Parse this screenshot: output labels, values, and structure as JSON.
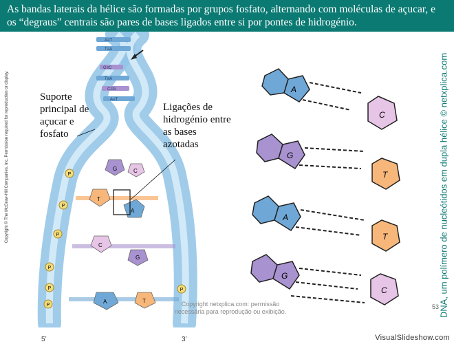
{
  "header": {
    "text": "As bandas laterais da hélice são formadas por grupos fosfato, alternando com moléculas de açucar, e os “degraus” centrais são pares de bases ligados entre si por pontes de hidrogénio."
  },
  "left_figure": {
    "label_support": "Suporte principal de açucar e fosfato",
    "label_hbonds": "Ligações de hidrogénio entre as bases azotadas",
    "copyright": "Copyright © The McGraw-Hill Companies, Inc. Permission required for reproduction or display.",
    "end_left": "5’",
    "end_right": "3’",
    "phosphate": "P",
    "rungs": [
      {
        "left": "T",
        "right": "A"
      },
      {
        "left": "C",
        "right": "G"
      },
      {
        "left": "A",
        "right": "T"
      },
      {
        "left": "G",
        "right": "C"
      }
    ],
    "top_pairs": [
      "A≡T",
      "T≡A",
      "G≡C",
      "T≡A",
      "C≡G",
      "A≡T"
    ]
  },
  "right_figure": {
    "pairs": [
      {
        "purine": "A",
        "pyrimidine": "C"
      },
      {
        "purine": "G",
        "pyrimidine": "T"
      },
      {
        "purine": "A",
        "pyrimidine": "T"
      },
      {
        "purine": "G",
        "pyrimidine": "C"
      }
    ]
  },
  "side_title": "DNA, um polímero de nucleótidos em dupla hélice © netxplica.com",
  "watermark": {
    "line1": "Copyright netxplica.com: permissão",
    "line2": "necessária para reprodução ou exibição."
  },
  "slide_number": "53",
  "brand": "VisualSlideshow.com",
  "colors": {
    "header_bg": "#0b7a73",
    "backbone": "#8fc3e6",
    "adenine": "#6fa8d6",
    "guanine": "#a892cf",
    "cytosine": "#e7c5e6",
    "thymine": "#f7b77a",
    "phosphate": "#f3dc7a"
  }
}
